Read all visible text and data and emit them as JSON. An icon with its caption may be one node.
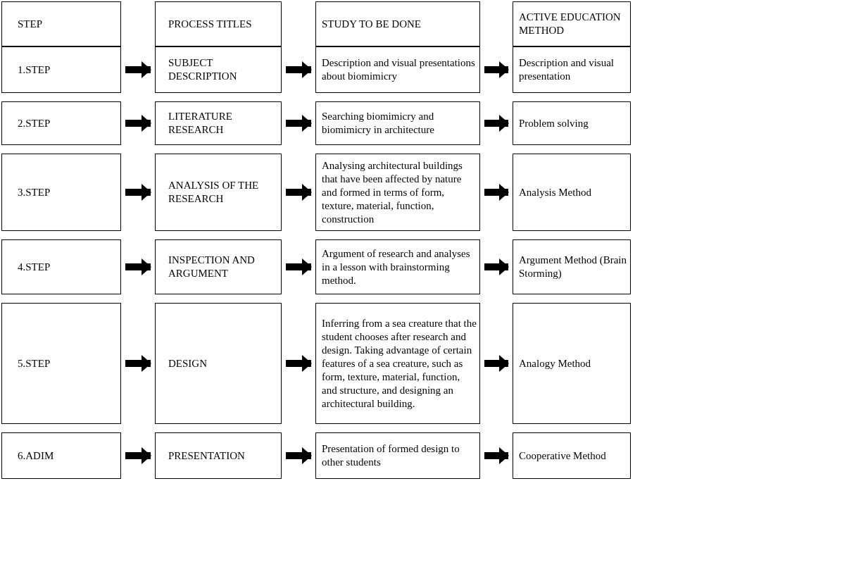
{
  "diagram": {
    "nodes": [
      {
        "text": [
          "STEP"
        ]
      },
      {
        "text": [
          "PROCESS TITLES"
        ]
      },
      {
        "text": [
          "STUDY TO BE DONE"
        ]
      },
      {
        "text": [
          "ACTIVE EDUCATION METHOD"
        ]
      },
      {
        "text": [
          "1.STEP"
        ]
      },
      {
        "text": [
          "SUBJECT DESCRIPTION"
        ]
      },
      {
        "text": [
          "Description and visual presentations about biomimicry"
        ]
      },
      {
        "text": [
          "Description and visual presentation"
        ]
      },
      {
        "text": [
          "2.STEP"
        ]
      },
      {
        "text": [
          "LITERATURE RESEARCH"
        ]
      },
      {
        "text": [
          "Searching biomimicry and biomimicry in architecture"
        ]
      },
      {
        "text": [
          "Problem solving"
        ]
      },
      {
        "text": [
          "3.STEP"
        ]
      },
      {
        "text": [
          "ANALYSIS OF THE RESEARCH"
        ]
      },
      {
        "text": [
          "Analysing architectural buildings that have been affected by nature and formed in terms of form, texture, material, function, construction"
        ]
      },
      {
        "text": [
          "Analysis Method"
        ]
      },
      {
        "text": [
          "4.STEP"
        ]
      },
      {
        "text": [
          "INSPECTION AND ARGUMENT"
        ]
      },
      {
        "text": [
          "Argument of research and analyses in a lesson with brainstorming method."
        ]
      },
      {
        "text": [
          "Argument Method (Brain Storming)"
        ]
      },
      {
        "text": [
          "5.STEP"
        ]
      },
      {
        "text": [
          "DESIGN"
        ]
      },
      {
        "text": [
          "Inferring from a sea creature that the student chooses after research and design. Taking advantage of certain features of a sea creature, such as form, texture, material, function, and structure, and designing an architectural building."
        ]
      },
      {
        "text": [
          "Analogy Method"
        ]
      },
      {
        "text": [
          "6.ADIM"
        ]
      },
      {
        "text": [
          "PRESENTATION"
        ]
      },
      {
        "text": [
          "Presentation of formed design to other students"
        ]
      },
      {
        "text": [
          "Cooperative Method"
        ]
      }
    ],
    "edges": [
      {
        "from": 4,
        "to": 5,
        "arrow": "to"
      },
      {
        "from": 5,
        "to": 6,
        "arrow": "to"
      },
      {
        "from": 6,
        "to": 7,
        "arrow": "to"
      },
      {
        "from": 8,
        "to": 9,
        "arrow": "to"
      },
      {
        "from": 9,
        "to": 10,
        "arrow": "to"
      },
      {
        "from": 10,
        "to": 11,
        "arrow": "to"
      },
      {
        "from": 12,
        "to": 13,
        "arrow": "to"
      },
      {
        "from": 13,
        "to": 14,
        "arrow": "to"
      },
      {
        "from": 14,
        "to": 15,
        "arrow": "to"
      },
      {
        "from": 16,
        "to": 17,
        "arrow": "to"
      },
      {
        "from": 17,
        "to": 18,
        "arrow": "to"
      },
      {
        "from": 18,
        "to": 19,
        "arrow": "to"
      },
      {
        "from": 20,
        "to": 21,
        "arrow": "to"
      },
      {
        "from": 21,
        "to": 22,
        "arrow": "to"
      },
      {
        "from": 22,
        "to": 23,
        "arrow": "to"
      },
      {
        "from": 24,
        "to": 25,
        "arrow": "to"
      },
      {
        "from": 25,
        "to": 26,
        "arrow": "to"
      },
      {
        "from": 26,
        "to": 27,
        "arrow": "to"
      }
    ]
  }
}
